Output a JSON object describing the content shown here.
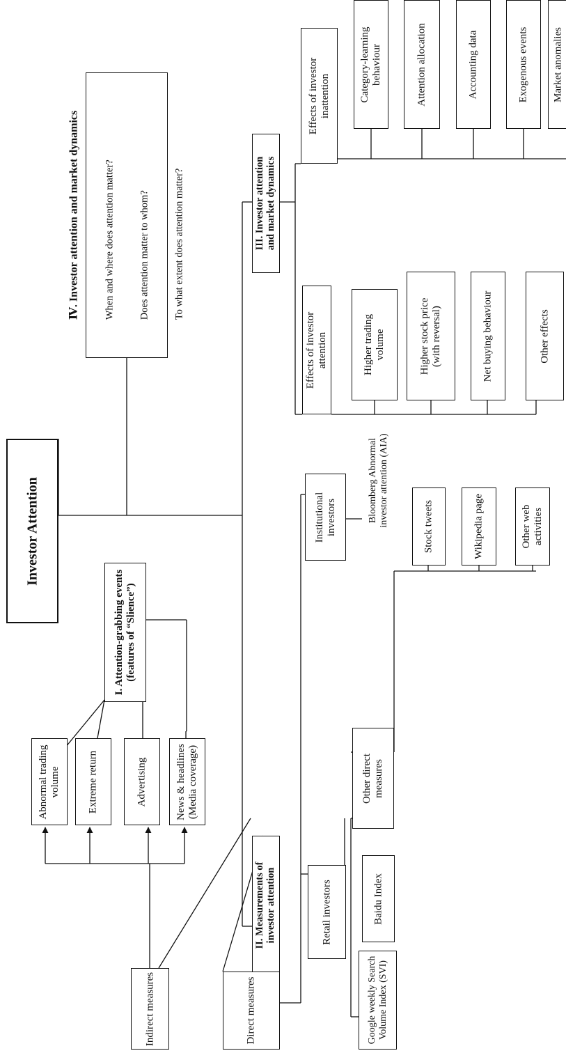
{
  "diagram": {
    "root": "Investor Attention",
    "section_i": {
      "title": "I. Attention-grabbing events\n(features of “Slience”)",
      "items": [
        "Abnormal trading\nvolume",
        "Extreme return",
        "Advertising",
        "News & headlines\n(Media coverage)"
      ]
    },
    "section_ii": {
      "title": "II. Measurements of\ninvestor attention",
      "indirect": "Indirect measures",
      "direct": "Direct measures",
      "retail": "Retail investors",
      "institutional": "Institutional\ninvestors",
      "google": "Google weekly Search\nVolume Index (SVI)",
      "baidu": "Baidu Index",
      "other_direct": "Other direct\nmeasures",
      "stock_tweets": "Stock tweets",
      "wikipedia": "Wikipedia page",
      "other_web": "Other web\nactivities",
      "bloomberg": "Bloomberg Abnormal\ninvestor attention (AIA)"
    },
    "section_iii": {
      "title": "III. Investor attention\nand market dynamics",
      "effects_attention": "Effects of investor\nattention",
      "effects_items": [
        "Higher trading\nvolume",
        "Higher stock price\n(with reversal)",
        "Net buying behaviour",
        "Other effects"
      ],
      "effects_inattention": "Effects of investor\ninattention",
      "inattention_items": [
        "Category-learning\nbehaviour",
        "Attention allocation",
        "Accounting data",
        "Exogenous events",
        "Market anomalies"
      ]
    },
    "section_iv": {
      "title": "Ⅳ. Investor attention and market dynamics",
      "questions": [
        "When and where does attention matter?",
        "Does attention matter to whom?",
        "To what extent does attention matter?"
      ]
    }
  }
}
